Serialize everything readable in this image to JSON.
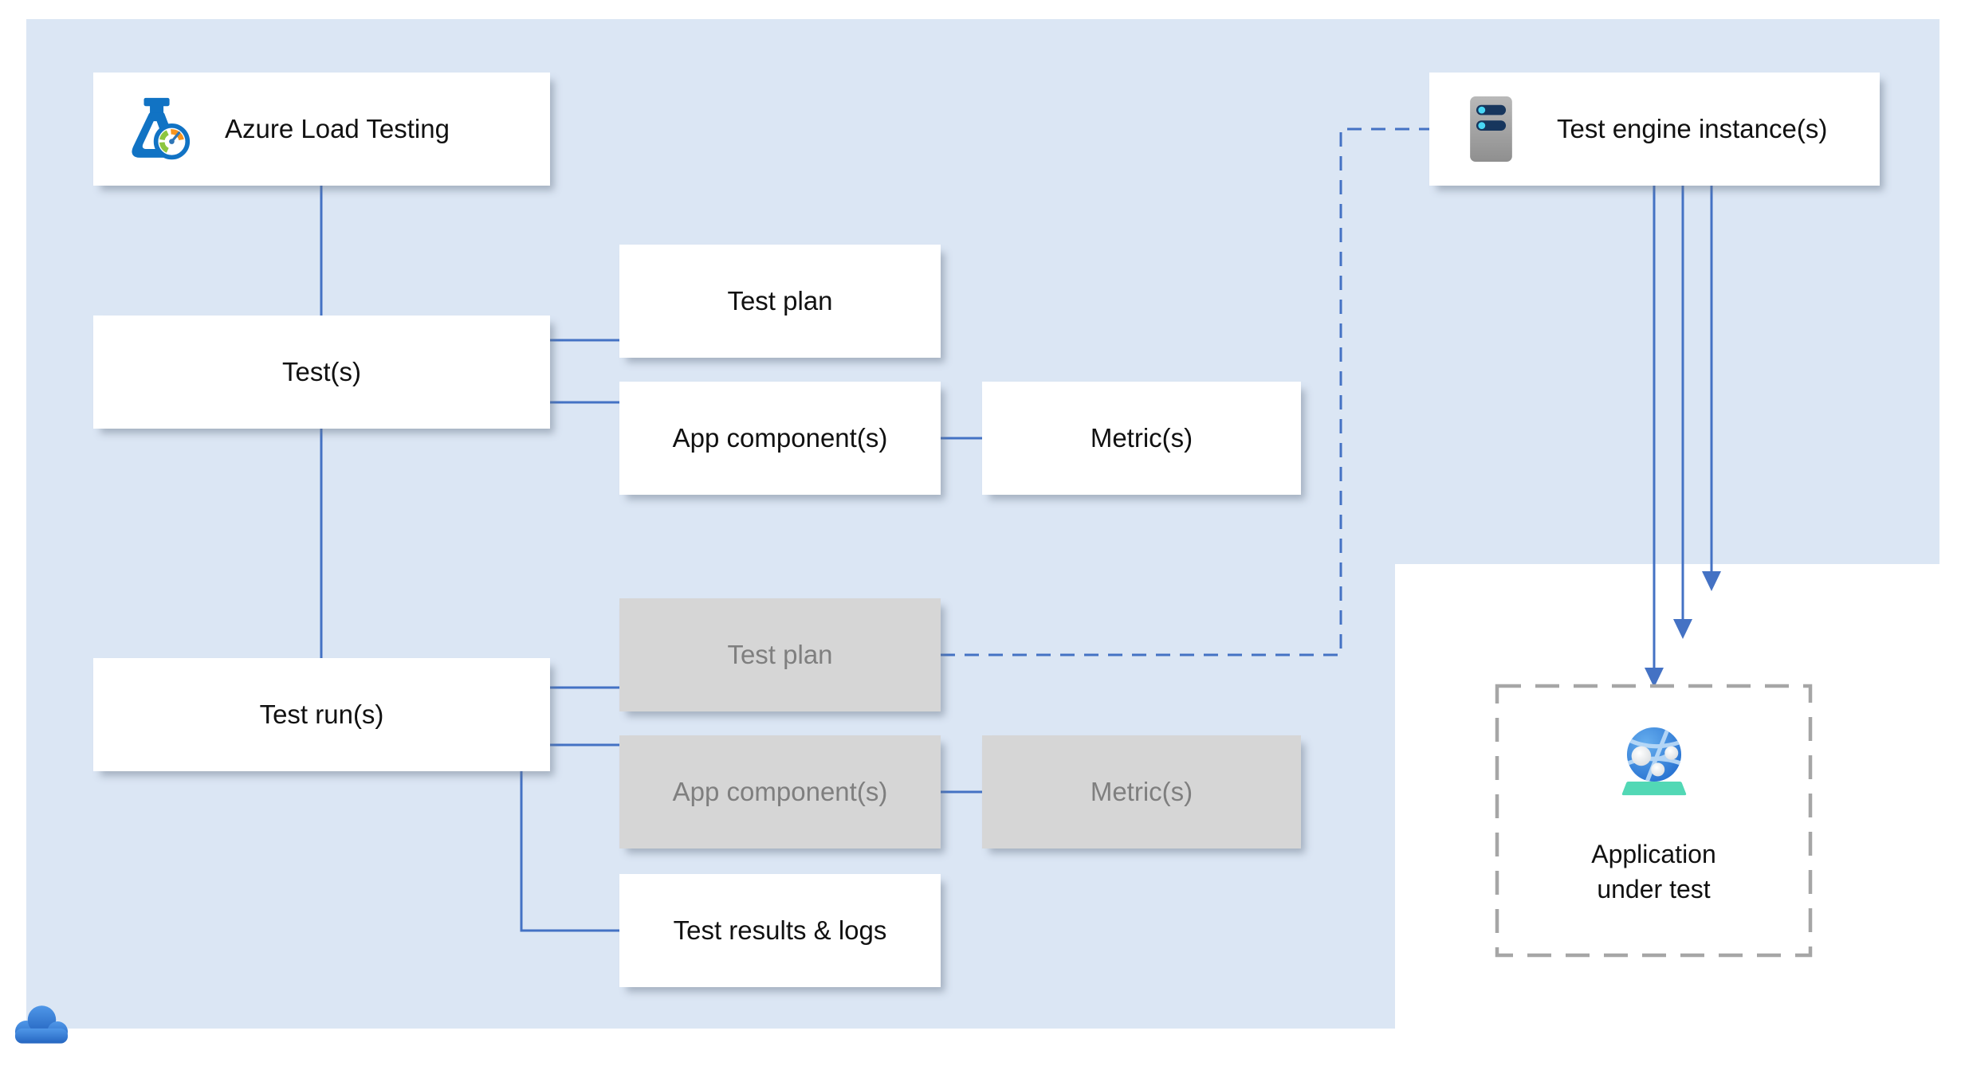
{
  "diagram": {
    "nodes": {
      "azure_load_testing": {
        "label": "Azure Load Testing",
        "icon": "load-testing-flask-icon"
      },
      "tests": {
        "label": "Test(s)"
      },
      "test_runs": {
        "label": "Test run(s)"
      },
      "test_plan": {
        "label": "Test plan",
        "state": "active"
      },
      "app_components": {
        "label": "App component(s)",
        "state": "active"
      },
      "metrics": {
        "label": "Metric(s)",
        "state": "active"
      },
      "test_plan_run": {
        "label": "Test plan",
        "state": "inactive"
      },
      "app_components_run": {
        "label": "App component(s)",
        "state": "inactive"
      },
      "metrics_run": {
        "label": "Metric(s)",
        "state": "inactive"
      },
      "test_results": {
        "label": "Test results & logs"
      },
      "test_engine": {
        "label": "Test engine instance(s)",
        "icon": "server-icon"
      },
      "application_under_test": {
        "line1": "Application",
        "line2": "under test",
        "icon": "globe-icon"
      }
    },
    "icons": [
      "load-testing-flask-icon",
      "server-icon",
      "globe-icon",
      "azure-cloud-icon"
    ],
    "colors": {
      "background_blue": "#dbe6f4",
      "connector_blue": "#4472c4",
      "inactive_fill": "#d6d6d6",
      "inactive_text": "#7f7f7f",
      "dashed_border_gray": "#a6a6a6",
      "label_text": "#111111",
      "flask_blue": "#1173c4",
      "gauge_orange": "#f7941e",
      "gauge_green": "#8dc63f",
      "server_body_gray": "#9a9a9a",
      "server_bar_navy": "#17365d",
      "server_dot_cyan": "#49d7f5",
      "globe_blue": "#2678d8",
      "globe_base_teal": "#52d8b5",
      "cloud_blue": "#3b82d6"
    }
  }
}
